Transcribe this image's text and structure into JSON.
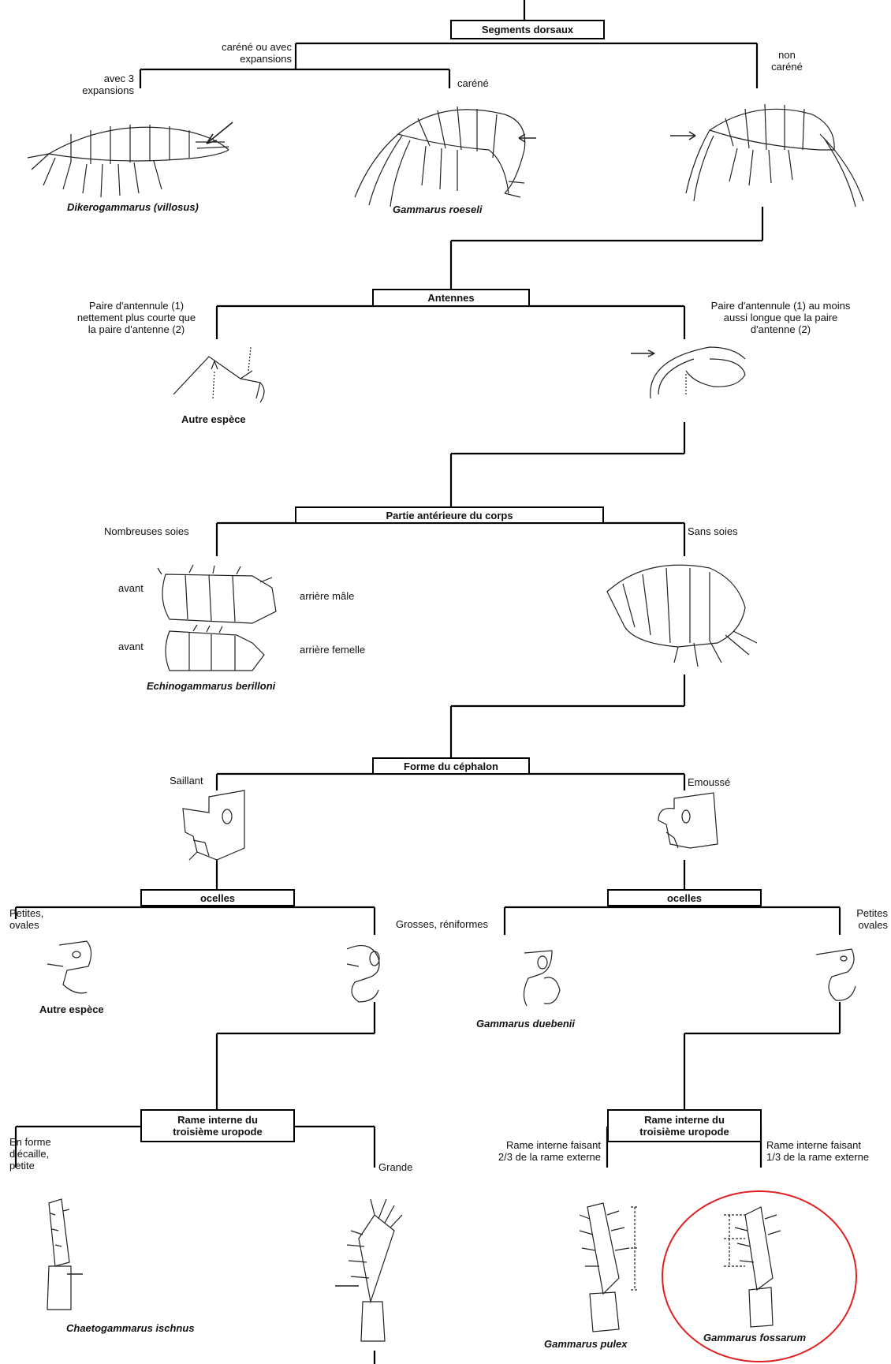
{
  "nodes": {
    "segments": "Segments dorsaux",
    "antennes": "Antennes",
    "partie": "Partie antérieure du corps",
    "forme": "Forme du céphalon",
    "ocelles": "ocelles",
    "rame_interne_l1": "Rame interne du",
    "rame_interne_l2": "troisième uropode"
  },
  "criteria": {
    "carene_ou_l1": "caréné ou avec",
    "carene_ou_l2": "expansions",
    "avec3_l1": "avec 3",
    "avec3_l2": "expansions",
    "carene": "caréné",
    "non_l1": "non",
    "non_l2": "caréné",
    "ant_left_l1": "Paire d'antennule (1)",
    "ant_left_l2": "nettement plus courte que",
    "ant_left_l3": "la paire d'antenne (2)",
    "ant_right_l1": "Paire d'antennule (1) au moins",
    "ant_right_l2": "aussi longue que la paire",
    "ant_right_l3": "d'antenne (2)",
    "nombreuses": "Nombreuses soies",
    "sans_soies": "Sans soies",
    "avant": "avant",
    "arriere_male": "arrière mâle",
    "arriere_femelle": "arrière femelle",
    "saillant": "Saillant",
    "emousse": "Emoussé",
    "petites_l1": "Petites,",
    "petites_l2": "ovales",
    "grosses": "Grosses, réniformes",
    "petites_r_l1": "Petites",
    "petites_r_l2": "ovales",
    "ecaille_l1": "En forme",
    "ecaille_l2": "d'écaille,",
    "ecaille_l3": "petite",
    "grande": "Grande",
    "rame23_l1": "Rame interne faisant",
    "rame23_l2": "2/3 de la rame externe",
    "rame13_l1": "Rame interne faisant",
    "rame13_l2": "1/3 de la rame externe"
  },
  "species": {
    "dikero": "Dikerogammarus (villosus)",
    "roeseli": "Gammarus roeseli",
    "autre1": "Autre espèce",
    "echino": "Echinogammarus berilloni",
    "autre2": "Autre espèce",
    "duebenii": "Gammarus duebenii",
    "chaeto": "Chaetogammarus ischnus",
    "pulex": "Gammarus pulex",
    "fossarum": "Gammarus fossarum"
  },
  "colors": {
    "highlight": "#e02020",
    "line": "#000000"
  }
}
